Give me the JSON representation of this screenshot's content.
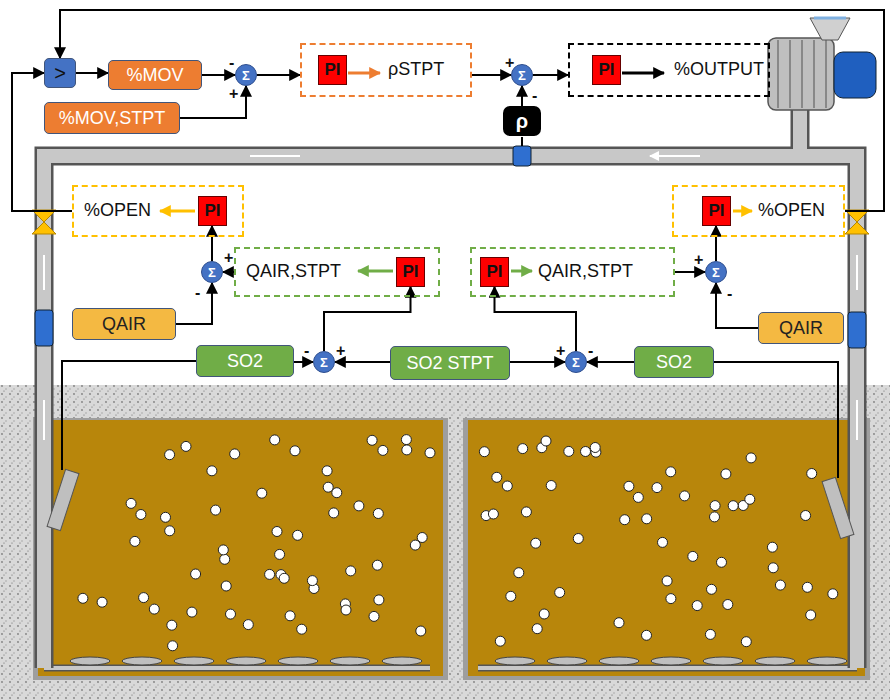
{
  "diagram": {
    "nodes": [
      {
        "text": [
          ">"
        ]
      },
      {
        "text": [
          "%MOV"
        ]
      },
      {
        "text": [
          "%MOV,STPT"
        ]
      },
      {
        "text": [
          "Σ"
        ]
      },
      {
        "text": [
          "ρSTPT"
        ]
      },
      {
        "text": [
          "PI"
        ],
        "in": 4
      },
      {
        "text": [
          "Σ"
        ]
      },
      {
        "text": [
          "%OUTPUT"
        ]
      },
      {
        "text": [
          "PI"
        ],
        "in": 7
      },
      {
        "text": [
          "ρ"
        ]
      },
      {
        "text": [
          "%OPEN"
        ]
      },
      {
        "text": [
          "PI"
        ],
        "in": 10
      },
      {
        "text": [
          "%OPEN"
        ]
      },
      {
        "text": [
          "PI"
        ],
        "in": 12
      },
      {
        "text": [
          "Σ"
        ]
      },
      {
        "text": [
          "QAIR,STPT"
        ]
      },
      {
        "text": [
          "PI"
        ],
        "in": 15
      },
      {
        "text": [
          "QAIR,STPT"
        ]
      },
      {
        "text": [
          "PI"
        ],
        "in": 17
      },
      {
        "text": [
          "Σ"
        ]
      },
      {
        "text": [
          "QAIR"
        ]
      },
      {
        "text": [
          "QAIR"
        ]
      },
      {
        "text": [
          "SO2"
        ]
      },
      {
        "text": [
          "Σ"
        ]
      },
      {
        "text": [
          "SO2 STPT"
        ]
      },
      {
        "text": [
          "Σ"
        ]
      },
      {
        "text": [
          "SO2"
        ]
      }
    ],
    "edges": [
      {
        "from": 0,
        "to": 1,
        "arrow": "to"
      },
      {
        "from": 1,
        "to": 3,
        "arrow": "to"
      },
      {
        "from": 2,
        "to": 3,
        "arrow": "to"
      },
      {
        "from": 3,
        "to": 4,
        "arrow": "to"
      },
      {
        "from": 4,
        "to": 6,
        "arrow": "to"
      },
      {
        "from": 9,
        "to": 6,
        "arrow": "to"
      },
      {
        "from": 6,
        "to": 7,
        "arrow": "to"
      },
      {
        "from": 10,
        "to": 0,
        "arrow": "to"
      },
      {
        "from": 12,
        "to": 0,
        "arrow": "to"
      },
      {
        "from": 14,
        "to": 11,
        "arrow": "to"
      },
      {
        "from": 15,
        "to": 14,
        "arrow": "to"
      },
      {
        "from": 20,
        "to": 14,
        "arrow": "to"
      },
      {
        "from": 23,
        "to": 16,
        "arrow": "to"
      },
      {
        "from": 22,
        "to": 23,
        "arrow": "to"
      },
      {
        "from": 24,
        "to": 23,
        "arrow": "to"
      },
      {
        "from": 24,
        "to": 25,
        "arrow": "to"
      },
      {
        "from": 26,
        "to": 25,
        "arrow": "to"
      },
      {
        "from": 25,
        "to": 18,
        "arrow": "to"
      },
      {
        "from": 17,
        "to": 19,
        "arrow": "to"
      },
      {
        "from": 21,
        "to": 19,
        "arrow": "to"
      },
      {
        "from": 19,
        "to": 13,
        "arrow": "to"
      }
    ],
    "labels": [
      "-",
      "+",
      "+",
      "-",
      "+",
      "-",
      "-",
      "+",
      "+",
      "-",
      "+",
      "-"
    ]
  }
}
